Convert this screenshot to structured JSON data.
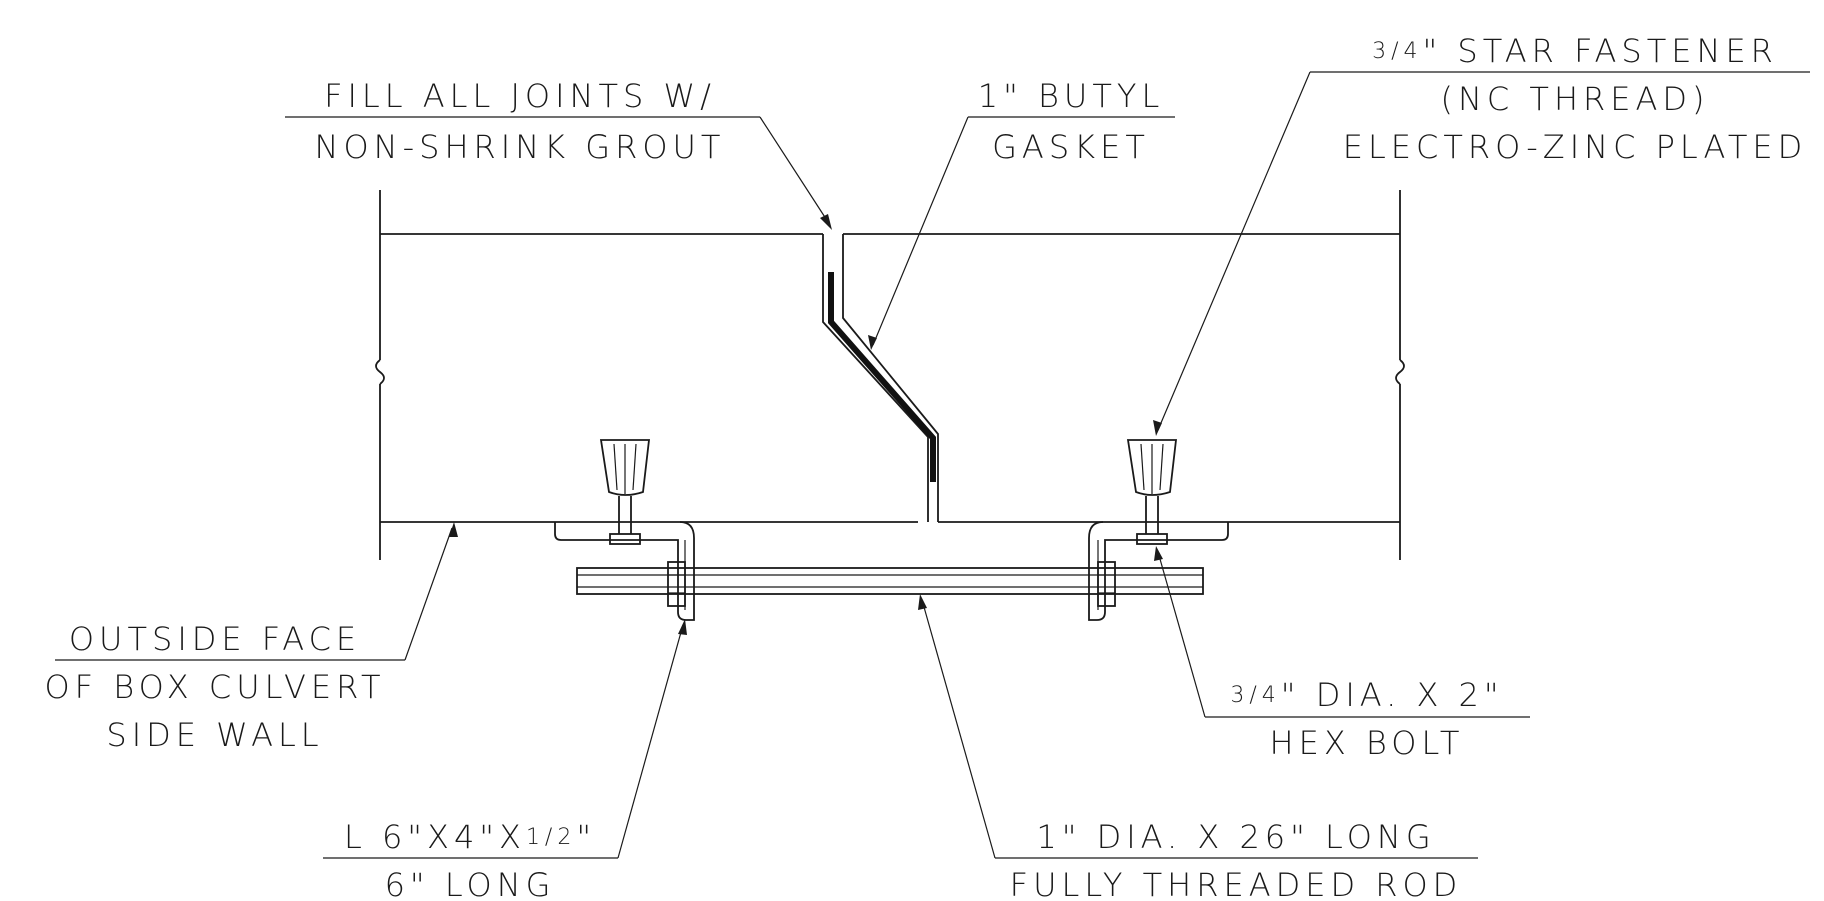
{
  "labels": {
    "grout_l1": "FILL ALL JOINTS W/",
    "grout_l2": "NON-SHRINK GROUT",
    "butyl_l1": "1\" BUTYL",
    "butyl_l2": "GASKET",
    "star_frac": "3/4",
    "star_l1_rest": "\" STAR FASTENER",
    "star_l2": "(NC THREAD)",
    "star_l3": "ELECTRO-ZINC PLATED",
    "outside_l1": "OUTSIDE FACE",
    "outside_l2": "OF BOX CULVERT",
    "outside_l3": "SIDE WALL",
    "bolt_frac": "3/4",
    "bolt_l1_rest": "\" DIA. X 2\"",
    "bolt_l2": "HEX BOLT",
    "angle_l1_a": "L 6\"X4\"X",
    "angle_frac": "1/2",
    "angle_l1_b": "\"",
    "angle_l2": "6\" LONG",
    "rod_l1": "1\" DIA. X 26\" LONG",
    "rod_l2": "FULLY THREADED ROD"
  }
}
